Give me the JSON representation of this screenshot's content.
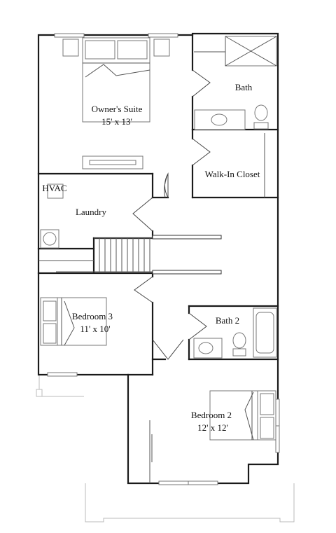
{
  "rooms": {
    "owners_suite": {
      "name": "Owner's Suite",
      "size": "15' x 13'"
    },
    "bath": {
      "name": "Bath"
    },
    "walk_in_closet": {
      "name": "Walk-In Closet"
    },
    "hvac": {
      "name": "HVAC"
    },
    "laundry": {
      "name": "Laundry"
    },
    "bedroom_3": {
      "name": "Bedroom 3",
      "size": "11' x 10'"
    },
    "bath_2": {
      "name": "Bath 2"
    },
    "bedroom_2": {
      "name": "Bedroom 2",
      "size": "12' x 12'"
    }
  }
}
